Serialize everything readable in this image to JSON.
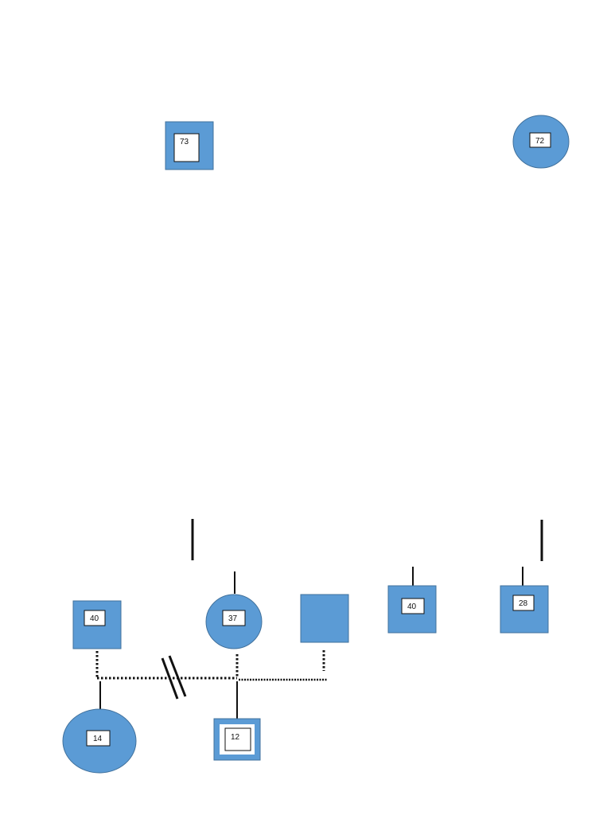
{
  "colors": {
    "node_fill": "#5b9bd5",
    "node_stroke": "#41719c",
    "line": "#111111",
    "label_box_fill": "#ffffff",
    "label_box_stroke": "#111111"
  },
  "people": [
    {
      "id": "grandfather",
      "shape": "square",
      "age": "73"
    },
    {
      "id": "grandmother",
      "shape": "circle",
      "age": "72"
    },
    {
      "id": "father",
      "shape": "square",
      "age": "40"
    },
    {
      "id": "mother",
      "shape": "circle",
      "age": "37"
    },
    {
      "id": "partner",
      "shape": "square",
      "age": ""
    },
    {
      "id": "uncle",
      "shape": "square",
      "age": "40"
    },
    {
      "id": "aunt-partner",
      "shape": "square",
      "age": "28"
    },
    {
      "id": "half-sister",
      "shape": "circle",
      "age": "14"
    },
    {
      "id": "son",
      "shape": "square",
      "age": "12",
      "identified_patient": true
    }
  ],
  "relationships": [
    {
      "from": "father",
      "to": "mother",
      "type": "divorced"
    },
    {
      "from": "mother",
      "to": "partner",
      "type": "cohabiting"
    }
  ]
}
